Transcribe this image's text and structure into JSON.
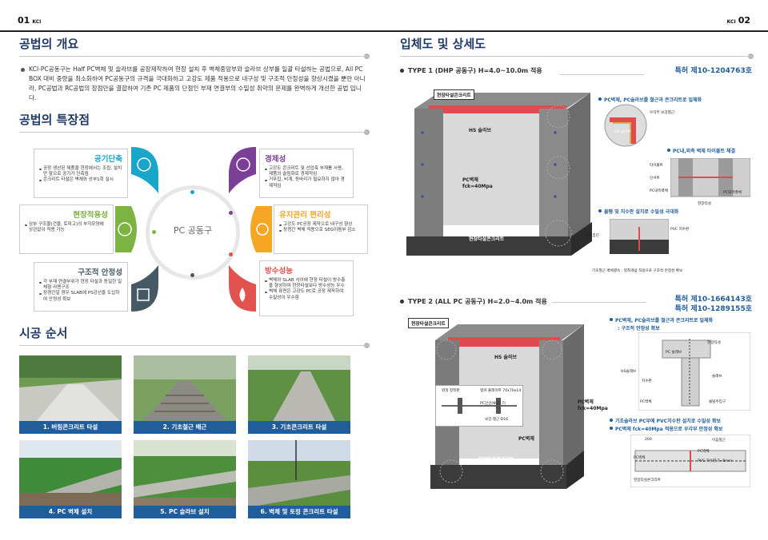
{
  "page_left": {
    "number": "01",
    "brand": "KCI"
  },
  "page_right": {
    "number": "02",
    "brand": "KCI"
  },
  "overview": {
    "title": "공법의 개요",
    "text": "KCI-PC공동구는 Half PC벽체 및 슬라브를 공장제작하여 현장 설치 후 벽체중앙부와 슬라브 상부를 일괄 타설하는 공법으로, All PC BOX 대비 중량을 최소화하여 PC공동구의 규격을 극대화하고 고강도 제품 적용으로 내구성 및 구조적 안정성을 향상시켰을 뿐만 아니라, PC공법과 RC공법의 장점만을 결합하여 기존 PC 제품의 단점인 부재 연결부의 수밀성 취약의 문제를 완벽하게 개선한 공법 입니다."
  },
  "features": {
    "title": "공법의 특장점",
    "center": "PC 공동구",
    "items": [
      {
        "title": "공기단축",
        "color": "#1aa6c9",
        "bullets": [
          "공장 생산된 제품을 현장에서는 조립, 설치만 함으로 공기가 단축됨",
          "콘크리트 타설은 벽체와 상부1회 실시"
        ]
      },
      {
        "title": "현장적용성",
        "color": "#7cb342",
        "bullets": [
          "상부 구조물(건물, 토피고)의 부지모양에 상관없이 적용 가능"
        ]
      },
      {
        "title": "구조적 안정성",
        "color": "#455a64",
        "bullets": [
          "각 부재 연결부위가 현장 타설과 동일한 일체형 라멘구조",
          "장경간일 경우 SLAB에 PS강선을 도입하여 안정성 확보"
        ]
      },
      {
        "title": "경제성",
        "color": "#7b3f98",
        "bullets": [
          "고강도 콘크리트 및 선압축 부재를 사용, 제품의 슬림화로 경제적임",
          "거푸집, 비계, 동바리가 필요하지 않아 경제적임"
        ]
      },
      {
        "title": "유지관리 편리성",
        "color": "#f5a623",
        "bullets": [
          "고강도 PC공장 제작으로 내구성 향상",
          "장경간 벽체 적용으로 SEG이음부 감소"
        ]
      },
      {
        "title": "방수성능",
        "color": "#e2524e",
        "bullets": [
          "벽체와 SLAB 사이에 현장 타설이 방수층을 형성하여 현장타설보다 방수성능 우수",
          "벽체 표면은 고강도 PC로 공장 제작하여 수밀성이 우수함"
        ]
      }
    ]
  },
  "process": {
    "title": "시공 순서",
    "steps": [
      {
        "label": "1. 버림콘크리트 타설"
      },
      {
        "label": "2. 기초철근 배근"
      },
      {
        "label": "3. 기초콘크리트 타설"
      },
      {
        "label": "4. PC 벽체 설치"
      },
      {
        "label": "5. PC 슬라브 설치"
      },
      {
        "label": "6. 벽체 및 토핑 콘크리트 타설"
      }
    ]
  },
  "details": {
    "title": "입체도 및 상세도",
    "type1": {
      "heading": "TYPE 1 (DHP 공동구)  H=4.0~10.0m 적용",
      "patent": "특허 제10-1204763호",
      "top_label": "현장타설콘크리트",
      "slab_label": "HS 슬라브",
      "wall_label": "PC벽체",
      "wall_spec": "fck=40Mpa",
      "bottom_label": "현장타설콘크리트",
      "notes": [
        "PC벽체, PC슬라브를 철근과 콘크리트로 일체화",
        "PC내,외측 벽체 타이볼트 체결",
        "물팽 및 지수판 설치로 수밀성 극대화"
      ],
      "tiny": {
        "rebar": "우각부 보강철근",
        "hs_slab": "HS 슬라브",
        "tiebolt": "타이볼트",
        "insert": "인서트",
        "pc_inner": "PC내측벽체",
        "pc_outer": "PC외측벽체",
        "site_pour": "현장타설",
        "water_stop": "물팽층진",
        "pvc": "PVC 지수판",
        "bottom_note": "기초철근 벽체결속 : 정착개념 적용으로 구조적 안정성 확보"
      }
    },
    "type2": {
      "heading": "TYPE 2 (ALL PC 공동구)  H=2.0~4.0m 적용",
      "patents": [
        "특허 제10-1664143호",
        "특허 제10-1289155호"
      ],
      "top_label": "현장타설콘크리트",
      "slab_label": "HS 슬라브",
      "wall_label": "PC벽체",
      "wall_spec": "fck=40Mpa",
      "pc_wall2": "PC벽체",
      "bottom_label": "현장타설콘크리트",
      "notes": [
        "PC벽체, PC슬라브를 철근과 콘크리트로 일체화",
        ": 구조적 안정성 확보",
        "기초슬라브 PC부에 PVC지수판 설치로 수밀성 확보",
        "PC벽체 fck=40Mpa 적용으로 우각부 안정성 확보"
      ],
      "tiny": {
        "detail1": "외적 정착판",
        "detail2": "앵커 플레이트 70x70x14",
        "detail3": "PC강선(Φ12.7)",
        "detail4": "보강 철근 D16",
        "site_pour": "현장타설",
        "pc_slab": "PC 슬래브",
        "hs_slab": "HS슬래브",
        "joint": "지수판",
        "pc_wall": "PC벽체",
        "slab": "슬래브",
        "finish": "몰탈주입구",
        "dim": "200",
        "joint_rebar": "이음철근",
        "pc_a": "PC벽체",
        "pc_b": "PC벽체",
        "pvc": "PVC 지수판 T=6mm",
        "foot": "현장타설콘크리트"
      }
    }
  }
}
